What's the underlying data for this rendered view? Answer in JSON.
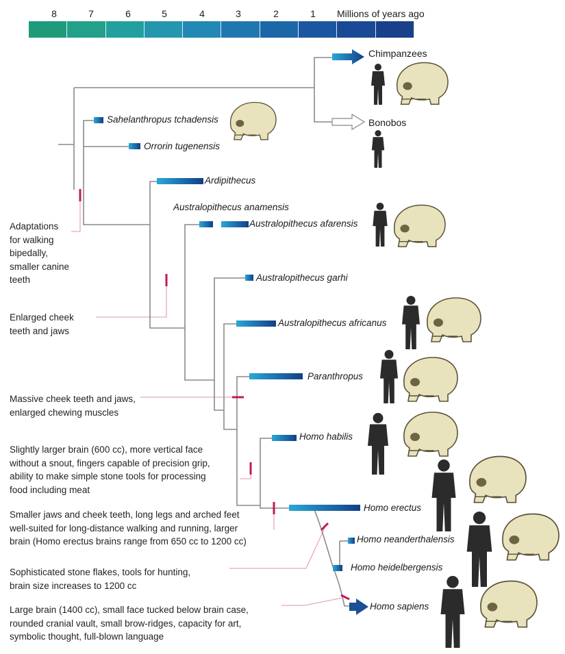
{
  "timescale": {
    "ticks": [
      "8",
      "7",
      "6",
      "5",
      "4",
      "3",
      "2",
      "1"
    ],
    "title": "Millions of years ago",
    "segment_colors": [
      "#1f9a7b",
      "#22a08a",
      "#249f9f",
      "#2496ad",
      "#2288b4",
      "#1f77b0",
      "#1d67a8",
      "#1b57a0",
      "#1a4a95",
      "#19408a"
    ]
  },
  "species": [
    {
      "id": "chimpanzees",
      "label": "Chimpanzees",
      "italic": false
    },
    {
      "id": "bonobos",
      "label": "Bonobos",
      "italic": false
    },
    {
      "id": "sahelanthropus",
      "label": "Sahelanthropus tchadensis",
      "italic": true
    },
    {
      "id": "orrorin",
      "label": "Orrorin tugenensis",
      "italic": true
    },
    {
      "id": "ardipithecus",
      "label": "Ardipithecus",
      "italic": true
    },
    {
      "id": "anamensis",
      "label": "Australopithecus anamensis",
      "italic": true
    },
    {
      "id": "afarensis",
      "label": "Australopithecus afarensis",
      "italic": true
    },
    {
      "id": "garhi",
      "label": "Australopithecus garhi",
      "italic": true
    },
    {
      "id": "africanus",
      "label": "Australopithecus africanus",
      "italic": true
    },
    {
      "id": "paranthropus",
      "label": "Paranthropus",
      "italic": true
    },
    {
      "id": "habilis",
      "label": "Homo habilis",
      "italic": true
    },
    {
      "id": "erectus",
      "label": "Homo erectus",
      "italic": true
    },
    {
      "id": "neanderthalensis",
      "label": "Homo neanderthalensis",
      "italic": true
    },
    {
      "id": "heidelbergensis",
      "label": "Homo heidelbergensis",
      "italic": true
    },
    {
      "id": "sapiens",
      "label": "Homo sapiens",
      "italic": true
    }
  ],
  "adaptations": [
    {
      "id": "bipedal",
      "text": "Adaptations\nfor walking\nbipedally,\nsmaller canine\nteeth"
    },
    {
      "id": "cheek",
      "text": "Enlarged cheek\nteeth and jaws"
    },
    {
      "id": "massive",
      "text": "Massive cheek teeth and jaws,\nenlarged chewing muscles"
    },
    {
      "id": "brain600",
      "text": "Slightly larger brain (600 cc), more vertical face\nwithout a snout, fingers capable of precision grip,\nability to make simple stone tools for processing\nfood including meat"
    },
    {
      "id": "smallerjaws",
      "text": "Smaller jaws and cheek teeth, long legs and arched feet\nwell-suited for long-distance walking and running, larger\nbrain (Homo erectus brains range from 650 cc to 1200 cc)"
    },
    {
      "id": "flakes",
      "text": "Sophisticated stone flakes, tools for hunting,\nbrain size increases to 1200 cc"
    },
    {
      "id": "largebrain",
      "text": "Large brain (1400 cc), small face tucked below brain case,\nrounded cranial vault, small brow-ridges, capacity for art,\nsymbolic thought, full-blown language"
    }
  ],
  "colors": {
    "tree_line": "#8a8a8a",
    "marker": "#c2185b",
    "callout_line": "#e7a6c3",
    "bar_light": "#2aa7d6",
    "bar_dark": "#123f86",
    "skull_fill": "#e8e2bd",
    "skull_stroke": "#5a5338",
    "figure_fill": "#2b2b2b"
  }
}
